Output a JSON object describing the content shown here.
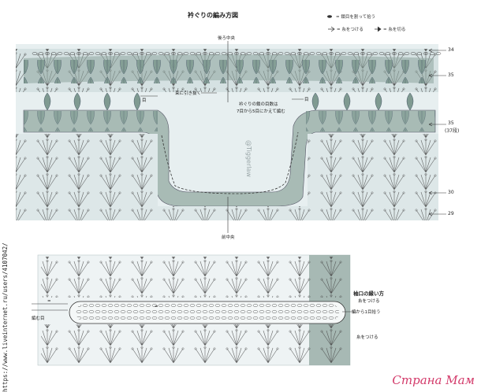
{
  "diagram": {
    "title": "衿ぐりの編み方図",
    "legend": {
      "item1": "= 鎖目を割って拾う",
      "item2": "= 糸をつける",
      "item3": "= 糸を切る"
    },
    "top_chart": {
      "label_back_center": "後ろ中央",
      "label_front_center": "前中央",
      "label_left_marker": "目",
      "label_right_marker": "目",
      "label_pull": "束に引き抜く",
      "note_line1": "衿ぐりの鎖の目数は",
      "note_line2": "7目から5目にかえて編む",
      "round_34": "34",
      "round_35_top": "35",
      "round_35_mid": "35",
      "round_35_sub": "(37段)",
      "round_30": "30",
      "round_29": "29",
      "watermark": "@Tiggerlaw"
    },
    "bottom_chart": {
      "title": "袖口の縁い方",
      "label_left_mark": "=",
      "label_right_mark": "=",
      "label_tie": "糸をつける",
      "label_from_row": "編から1目拾う",
      "label_left_small": "編む目",
      "label_bottom_right": "糸をつける"
    },
    "footer": {
      "url": "https://www.liveinternet.ru/users/4107042/",
      "brand": "Страна Мам"
    }
  }
}
